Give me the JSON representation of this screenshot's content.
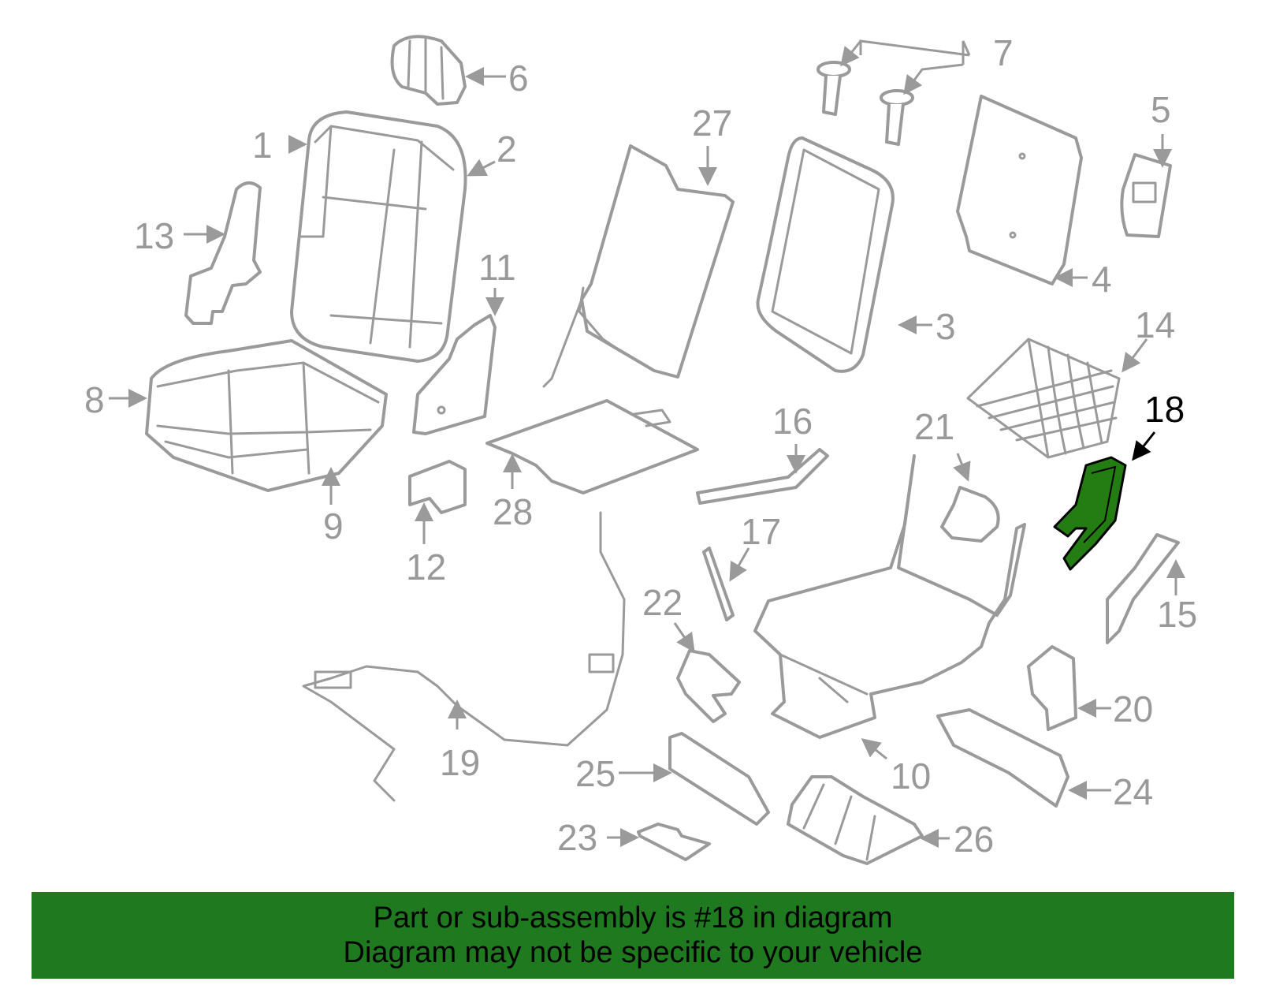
{
  "diagram": {
    "highlight_color": "#237d12",
    "highlighted_part": "18",
    "callouts": [
      "1",
      "2",
      "3",
      "4",
      "5",
      "6",
      "7",
      "8",
      "9",
      "10",
      "11",
      "12",
      "13",
      "14",
      "15",
      "16",
      "17",
      "18",
      "19",
      "20",
      "21",
      "22",
      "23",
      "24",
      "25",
      "26",
      "27",
      "28"
    ]
  },
  "banner": {
    "background": "#1f7a1f",
    "line1": "Part or sub-assembly is #18 in diagram",
    "line2": "Diagram may not be specific to your vehicle"
  }
}
